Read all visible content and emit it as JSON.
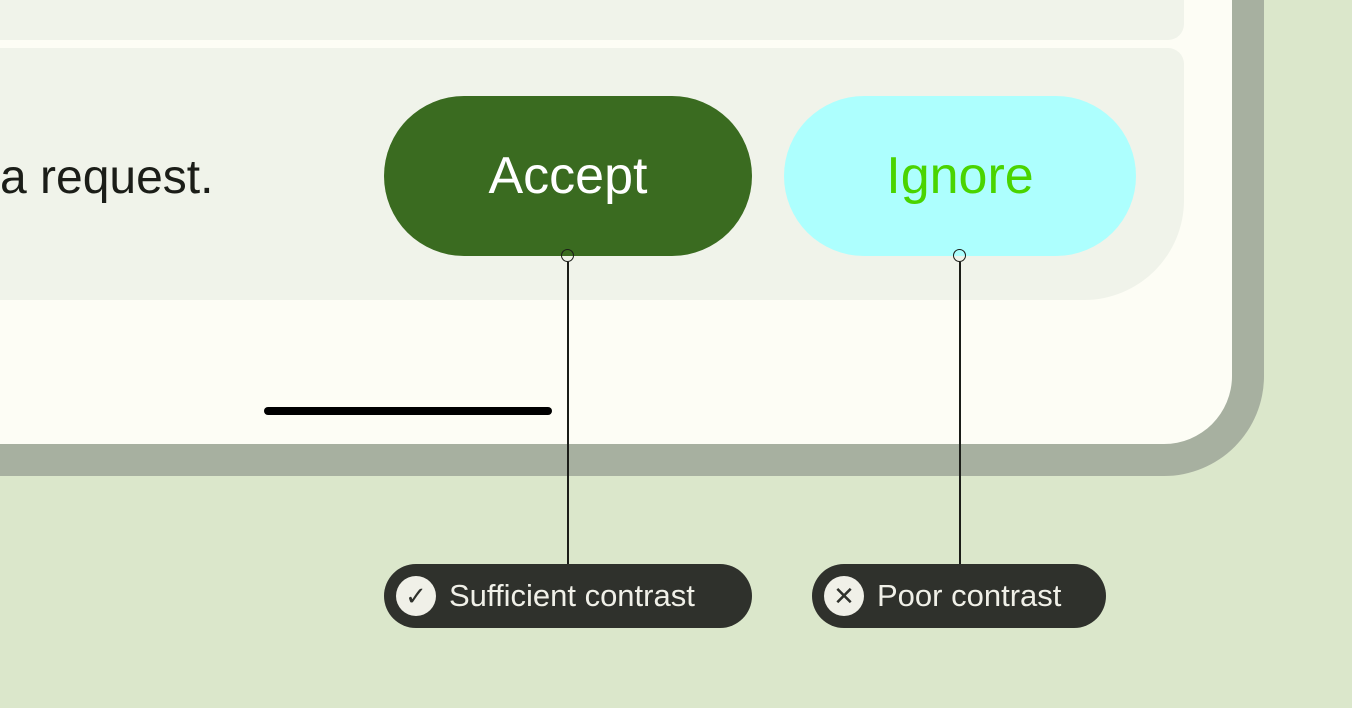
{
  "message": "a request.",
  "buttons": {
    "accept": "Accept",
    "ignore": "Ignore"
  },
  "annotations": [
    {
      "label": "Sufficient contrast",
      "icon": "check-icon"
    },
    {
      "label": "Poor contrast",
      "icon": "x-icon"
    }
  ],
  "colors": {
    "accept_bg": "#3a6b20",
    "accept_text": "#ffffff",
    "ignore_bg": "#adfffe",
    "ignore_text": "#4ad400"
  }
}
